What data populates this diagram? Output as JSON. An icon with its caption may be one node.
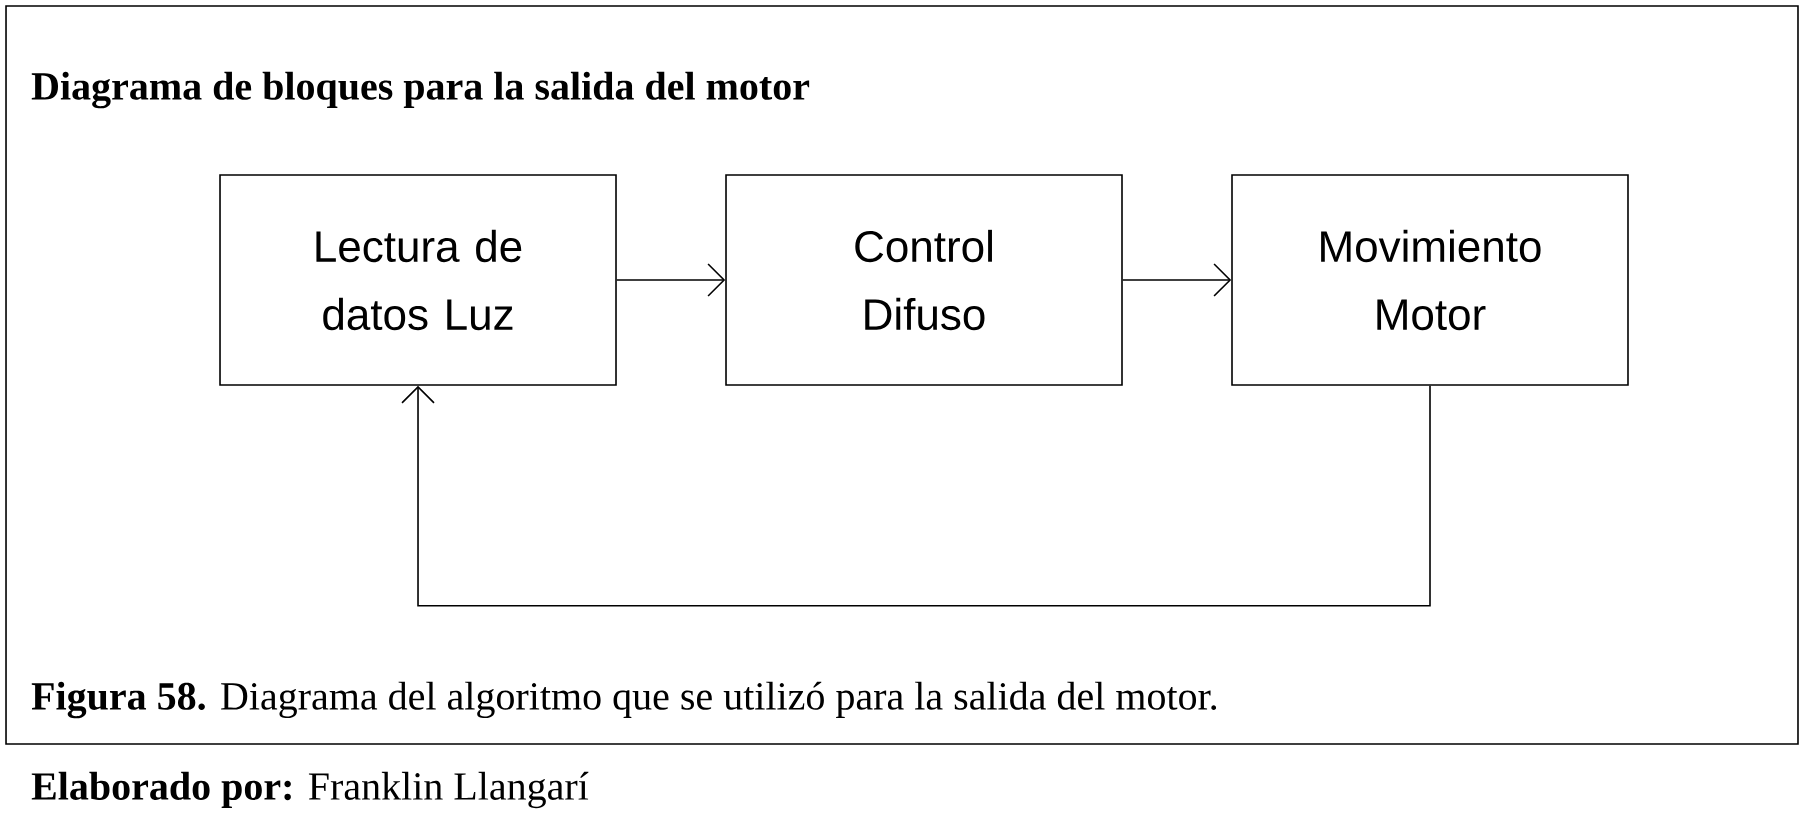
{
  "diagram": {
    "title": "Diagrama de bloques para la salida del motor",
    "caption": "**Figura 58.** Diagrama del algoritmo que se utilizó para la salida del motor.",
    "nodes": [
      {
        "text": [
          "Lectura de datos Luz"
        ]
      },
      {
        "text": [
          "Control Difuso"
        ]
      },
      {
        "text": [
          "Movimiento Motor"
        ]
      }
    ],
    "edges": [
      {
        "from": 0,
        "to": 1,
        "arrow": "to"
      },
      {
        "from": 1,
        "to": 2,
        "arrow": "to"
      },
      {
        "from": 2,
        "to": 0,
        "arrow": "to"
      }
    ],
    "labels": [
      "**Elaborado por:** Franklin Llangarí"
    ]
  }
}
